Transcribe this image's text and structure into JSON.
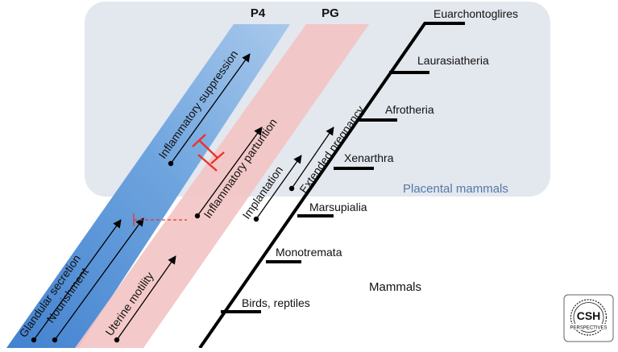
{
  "bands": {
    "p4": {
      "label": "P4",
      "color": "#4a8ad4",
      "items": [
        "Glandular secretion",
        "Nourishment",
        "Inflammatory suppression"
      ]
    },
    "pg": {
      "label": "PG",
      "color": "#f2c3c3",
      "items": [
        "Uterine motility",
        "Inflammatory parturition",
        "Implantation",
        "Extended pregnancy"
      ]
    }
  },
  "tree": {
    "clades": [
      "Euarchontoglires",
      "Laurasiatheria",
      "Afrotheria",
      "Xenarthra",
      "Marsupialia",
      "Monotremata",
      "Birds, reptiles"
    ],
    "groups": {
      "placental": "Placental mammals",
      "mammals": "Mammals"
    }
  },
  "logo": {
    "title": "CSH",
    "subtitle": "PERSPECTIVES"
  },
  "colors": {
    "placental_box": "#e3e7ee",
    "placental_text": "#5578a6",
    "inhibition": "#e8342b",
    "tree": "#000000"
  }
}
